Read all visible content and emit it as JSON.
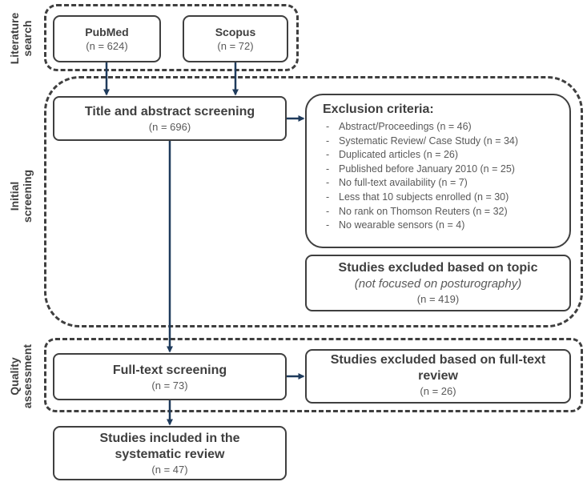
{
  "stages": {
    "literature_search": [
      "Literature",
      "search"
    ],
    "initial_screening": [
      "Initial",
      "screening"
    ],
    "quality_assessment": [
      "Quality",
      "assessment"
    ]
  },
  "pubmed": {
    "title": "PubMed",
    "count": "(n = 624)"
  },
  "scopus": {
    "title": "Scopus",
    "count": "(n = 72)"
  },
  "title_abstract": {
    "title": "Title and abstract screening",
    "count": "(n = 696)"
  },
  "exclusion": {
    "title": "Exclusion criteria:",
    "items": [
      "Abstract/Proceedings (n = 46)",
      "Systematic Review/ Case Study (n = 34)",
      "Duplicated articles (n = 26)",
      "Published before January 2010 (n = 25)",
      "No full-text availability (n = 7)",
      "Less that 10 subjects enrolled (n = 30)",
      "No rank on Thomson Reuters (n = 32)",
      "No wearable sensors (n = 4)"
    ]
  },
  "topic_excluded": {
    "title": "Studies excluded based on topic",
    "subtitle": "(not focused on posturography)",
    "count": "(n = 419)"
  },
  "full_text": {
    "title": "Full-text screening",
    "count": "(n = 73)"
  },
  "fulltext_excluded": {
    "title": "Studies excluded based on full-text review",
    "count": "(n = 26)"
  },
  "included": {
    "title": "Studies included in the systematic review",
    "count": "(n = 47)"
  },
  "colors": {
    "box_border": "#3f3f3f",
    "arrow": "#1f3b5c",
    "text_bold": "#3f3f3f",
    "text_regular": "#595959"
  }
}
